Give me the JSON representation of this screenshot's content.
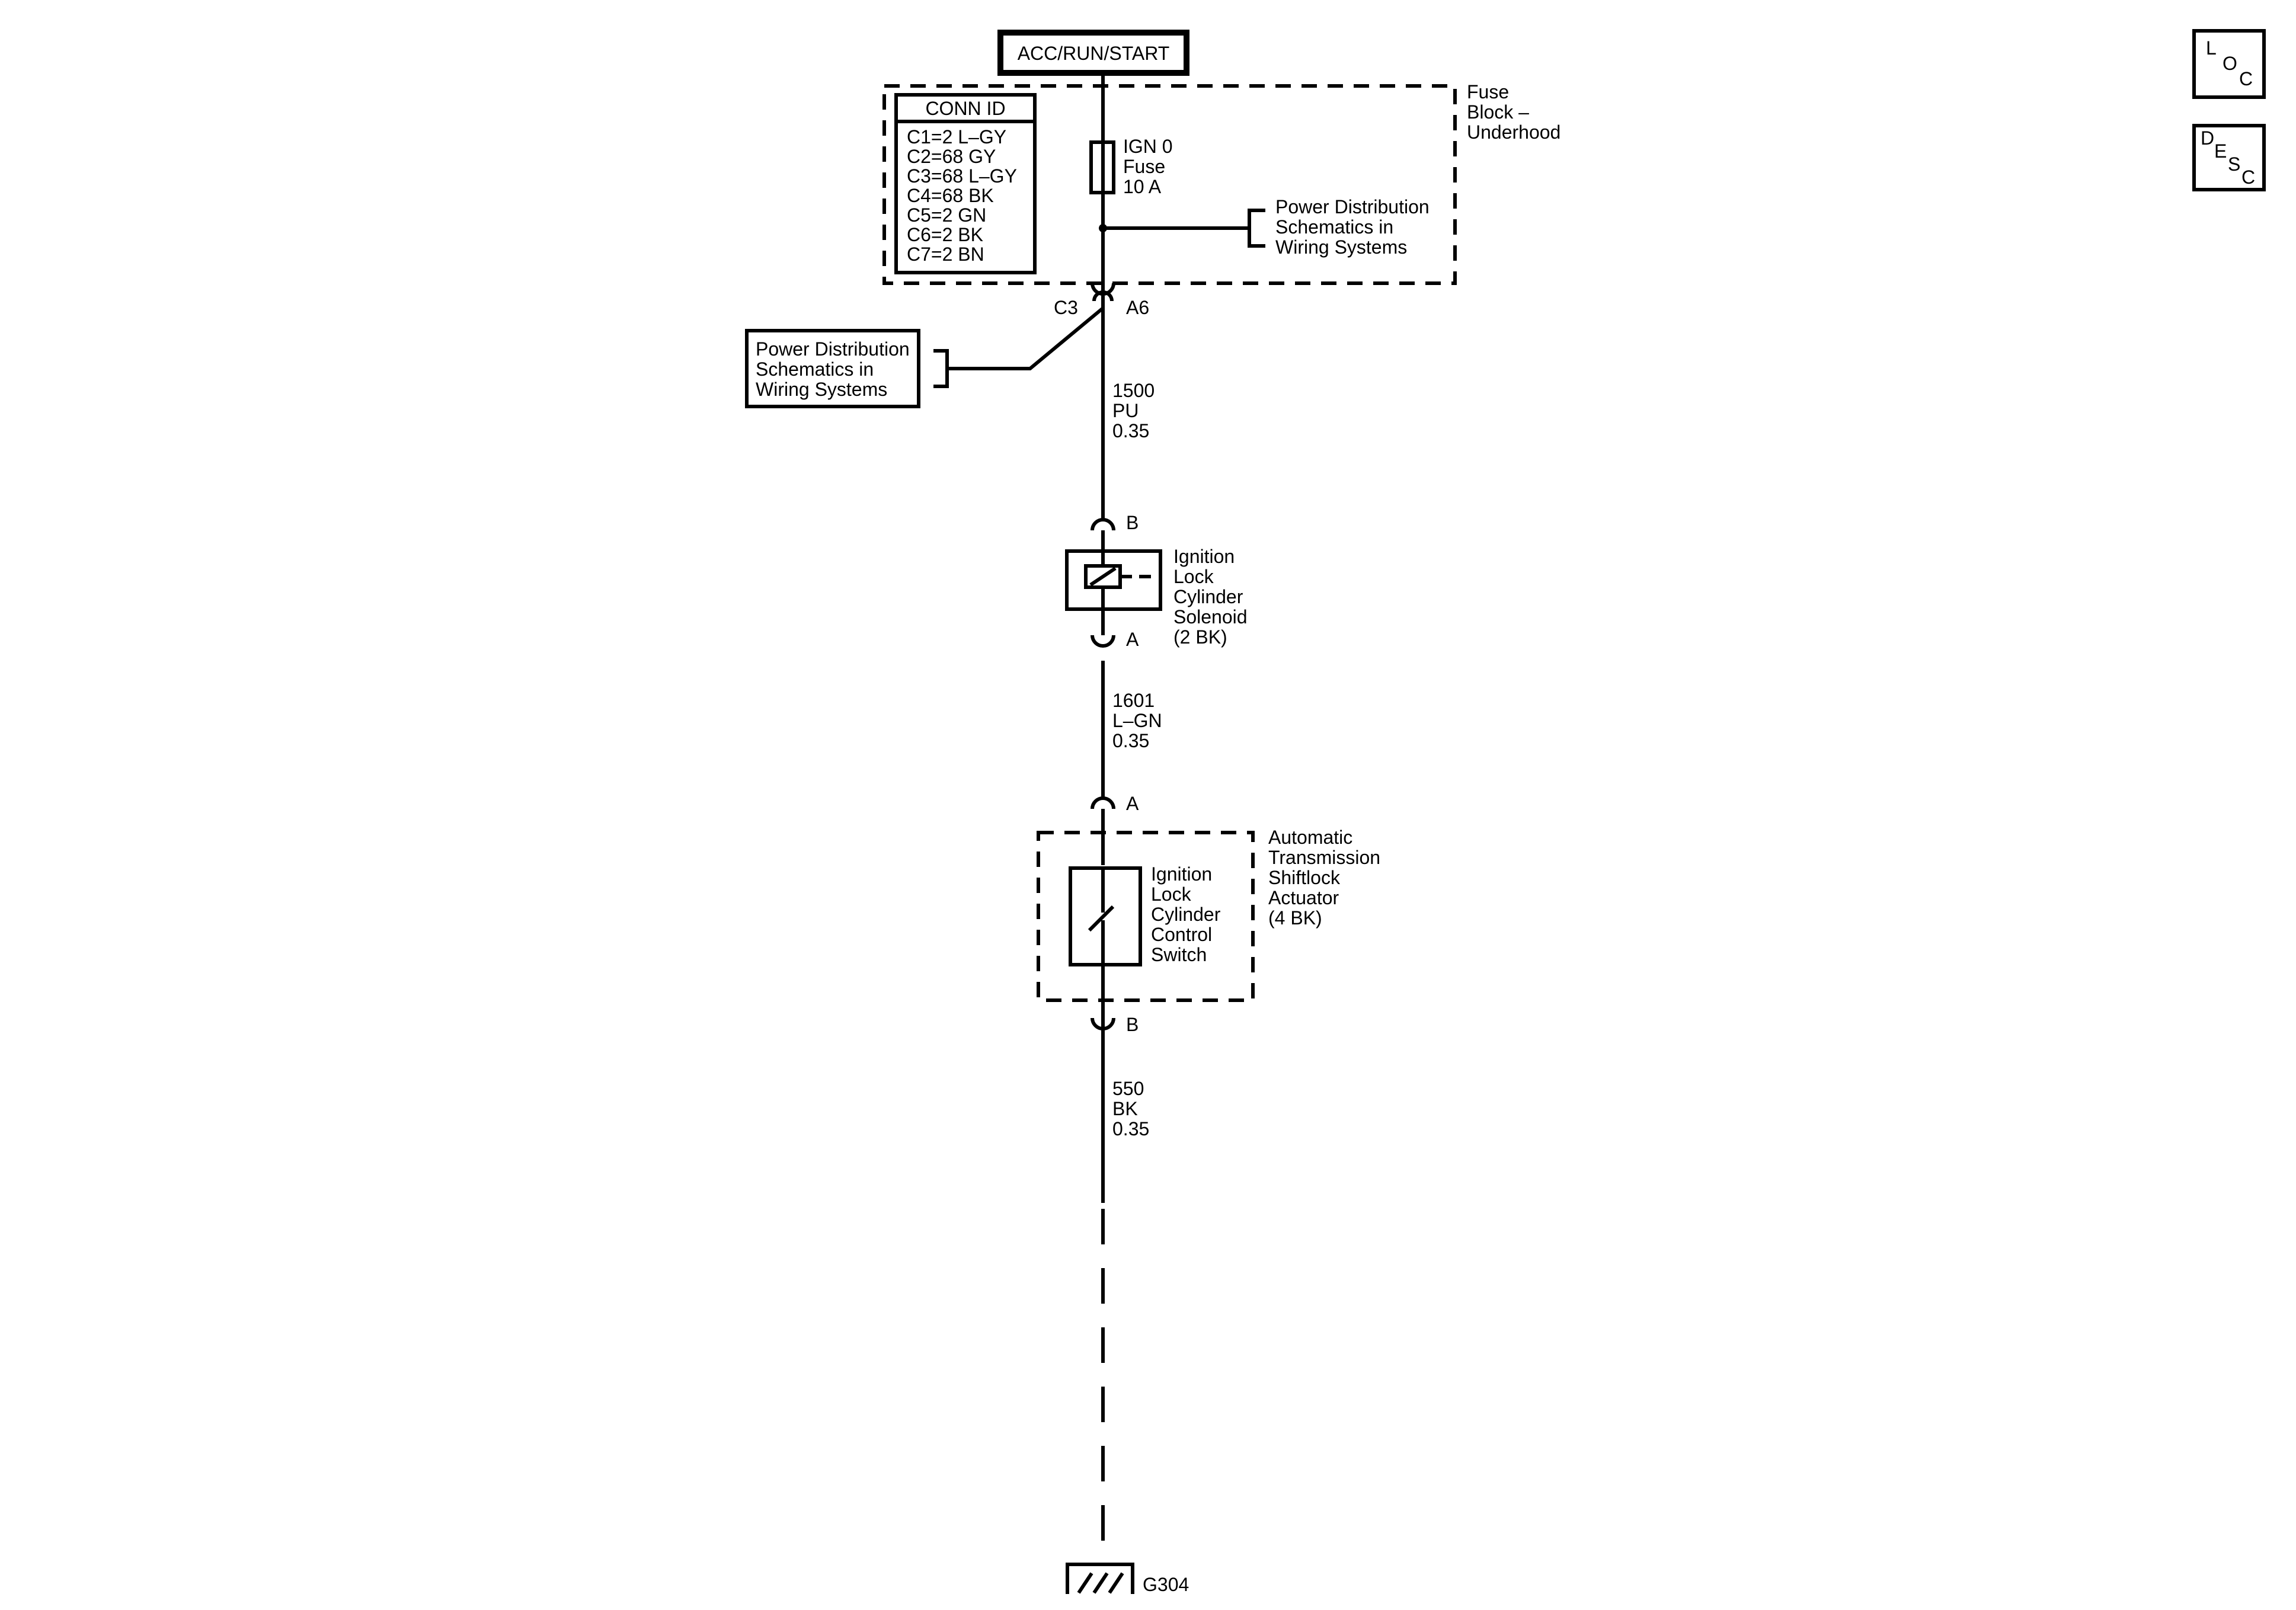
{
  "power_source": {
    "label": "ACC/RUN/START"
  },
  "fuse_block": {
    "name_lines": [
      "Fuse",
      "Block –",
      "Underhood"
    ],
    "conn_id": {
      "title": "CONN ID",
      "rows": [
        "C1=2 L–GY",
        "C2=68 GY",
        "C3=68 L–GY",
        "C4=68 BK",
        "C5=2 GN",
        "C6=2 BK",
        "C7=2 BN"
      ]
    },
    "fuse_lines": [
      "IGN 0",
      "Fuse",
      "10 A"
    ],
    "ref_lines": [
      "Power Distribution",
      "Schematics in",
      "Wiring Systems"
    ],
    "connector": "C3",
    "pin": "A6"
  },
  "left_ref": {
    "lines": [
      "Power Distribution",
      "Schematics in",
      "Wiring Systems"
    ]
  },
  "wires": {
    "w1": [
      "1500",
      "PU",
      "0.35"
    ],
    "w2": [
      "1601",
      "L–GN",
      "0.35"
    ],
    "w3": [
      "550",
      "BK",
      "0.35"
    ]
  },
  "solenoid": {
    "pin_top": "B",
    "pin_bottom": "A",
    "lines": [
      "Ignition",
      "Lock",
      "Cylinder",
      "Solenoid",
      "(2 BK)"
    ]
  },
  "actuator": {
    "pin_top": "A",
    "pin_bottom": "B",
    "name_lines": [
      "Automatic",
      "Transmission",
      "Shiftlock",
      "Actuator",
      "(4 BK)"
    ],
    "switch_lines": [
      "Ignition",
      "Lock",
      "Cylinder",
      "Control",
      "Switch"
    ]
  },
  "ground": {
    "label": "G304"
  },
  "side_buttons": {
    "loc": [
      "L",
      "O",
      "C"
    ],
    "desc": [
      "D",
      "E",
      "S",
      "C"
    ]
  }
}
